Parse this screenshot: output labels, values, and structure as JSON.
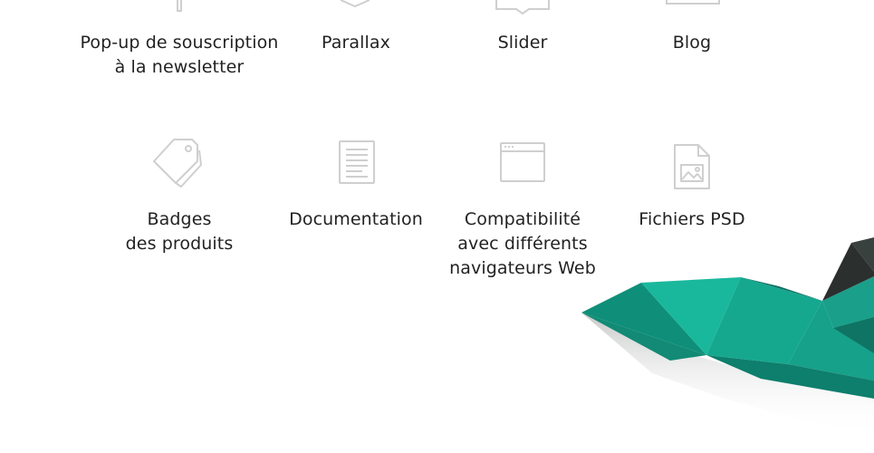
{
  "features": [
    {
      "label": "Pop-up de souscription\nà la newsletter",
      "icon": "newsletter-popup-icon"
    },
    {
      "label": "Parallax",
      "icon": "parallax-icon"
    },
    {
      "label": "Slider",
      "icon": "slider-icon"
    },
    {
      "label": "Blog",
      "icon": "blog-icon"
    },
    {
      "label": "Badges\ndes produits",
      "icon": "tag-icon"
    },
    {
      "label": "Documentation",
      "icon": "document-icon"
    },
    {
      "label": "Compatibilité\navec différents\nnavigateurs Web",
      "icon": "browser-window-icon"
    },
    {
      "label": "Fichiers PSD",
      "icon": "image-file-icon"
    }
  ],
  "colors": {
    "text": "#222222",
    "icon_stroke": "#cfcfcf",
    "accent_teal": "#17b59b",
    "accent_dark": "#2b2f2e"
  }
}
